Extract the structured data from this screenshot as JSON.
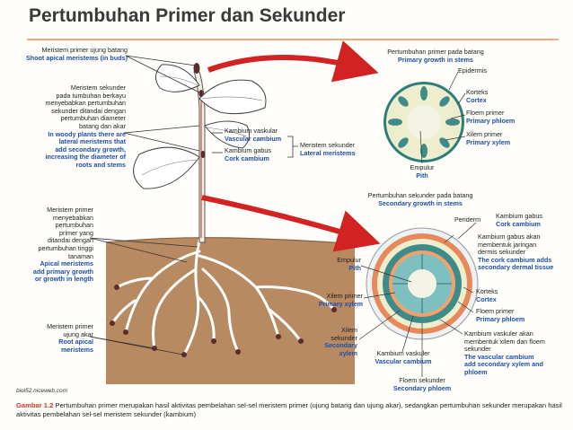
{
  "title": "Pertumbuhan Primer dan Sekunder",
  "colors": {
    "title_rule": "#f0a882",
    "soil": "#b78a62",
    "label_blue": "#1f4fa8",
    "arrow_red": "#d32222",
    "epidermis_ring": "#2e7d7a",
    "cortex": "#eeeecf",
    "phloem": "#3f8b8a",
    "xylem": "#7ec0c0",
    "pith": "#f4f4e4",
    "cork": "#e68a5c"
  },
  "left_labels": {
    "shoot_apical": {
      "id": "Meristem primer ujung batang",
      "en": "Shoot apical meristems (in buds)"
    },
    "secondary": {
      "id": [
        "Meristem sekunder",
        "pada tumbuhan berkayu",
        "menyebabkan pertumbuhan",
        "sekunder ditandai dengan",
        "pertumbuhan diameter",
        "batang dan akar"
      ],
      "en": [
        "In woody plants there are",
        "lateral meristems that",
        "add secondary growth,",
        "increasing the diameter of",
        "roots and stems"
      ]
    },
    "primary": {
      "id": [
        "Meristem primer",
        "menyebabkan",
        "pertumbuhan",
        "primer yang",
        "ditandai dengan",
        "pertumbuhan tinggi",
        "tanaman"
      ],
      "en": [
        "Apical meristems",
        "add primary growth",
        "or growth in length"
      ]
    },
    "root_apical": {
      "id": [
        "Meristem primer",
        "ujung akar"
      ],
      "en": [
        "Root apical",
        "meristems"
      ]
    }
  },
  "middle_labels": {
    "vascular_cambium": {
      "id": "Kambium vaskular",
      "en": "Vascular cambium"
    },
    "cork_cambium": {
      "id": "Kambium gabus",
      "en": "Cork cambium"
    },
    "lateral": {
      "id": "Meristem sekunder",
      "en": "Lateral meristems"
    }
  },
  "primary_section": {
    "heading_id": "Pertumbuhan primer pada batang",
    "heading_en": "Primary growth in stems",
    "epidermis": "Epidermis",
    "cortex": {
      "id": "Korteks",
      "en": "Cortex"
    },
    "phloem": {
      "id": "Floem primer",
      "en": "Primary phloem"
    },
    "xylem": {
      "id": "Xilem primer",
      "en": "Primary xylem"
    },
    "pith": {
      "id": "Empulur",
      "en": "Pith"
    }
  },
  "secondary_section": {
    "heading_id": "Pertumbuhan sekunder pada batang",
    "heading_en": "Secondary growth in stems",
    "periderm": "Periderm",
    "cork_cambium": {
      "id": "Kambium gabus",
      "en": "Cork cambium"
    },
    "cork_desc": {
      "id": [
        "Kambium gabus akan",
        "membentuk jaringan",
        "dermis sekunder"
      ],
      "en": [
        "The cork cambium adds",
        "secondary dermal tissue"
      ]
    },
    "cortex": {
      "id": "Korteks",
      "en": "Cortex"
    },
    "phloem_primer": {
      "id": "Floem primer",
      "en": "Primary phloem"
    },
    "pith": {
      "id": "Empulur",
      "en": "Pith"
    },
    "xylem_primer": {
      "id": "Xilem primer",
      "en": "Primary xylem"
    },
    "xylem_secondary": {
      "id": [
        "Xilem",
        "sekunder"
      ],
      "en": [
        "Secondary",
        "xylem"
      ]
    },
    "vascular_cambium": {
      "id": "Kambium vaskuler",
      "en": "Vascular cambium"
    },
    "phloem_secondary": {
      "id": "Floem sekunder",
      "en": "Secondary phloem"
    },
    "vasc_desc": {
      "id": [
        "Kambium vaskuler akan",
        "membentuk xilem dan floem",
        "sekunder"
      ],
      "en": [
        "The vascular cambium",
        "add secondary xylem and",
        "phloem"
      ]
    }
  },
  "source": "biol52.niceweb.com",
  "caption": {
    "key": "Gambar 1.2",
    "text": "Pertumbuhan primer merupakan hasil aktivitas pembelahan sel-sel meristem primer (ujung batang dan ujung akar), sedangkan pertumbuhan sekunder merupakan hasil aktivitas pembelahan sel-sel meristem sekunder (kambium)"
  }
}
